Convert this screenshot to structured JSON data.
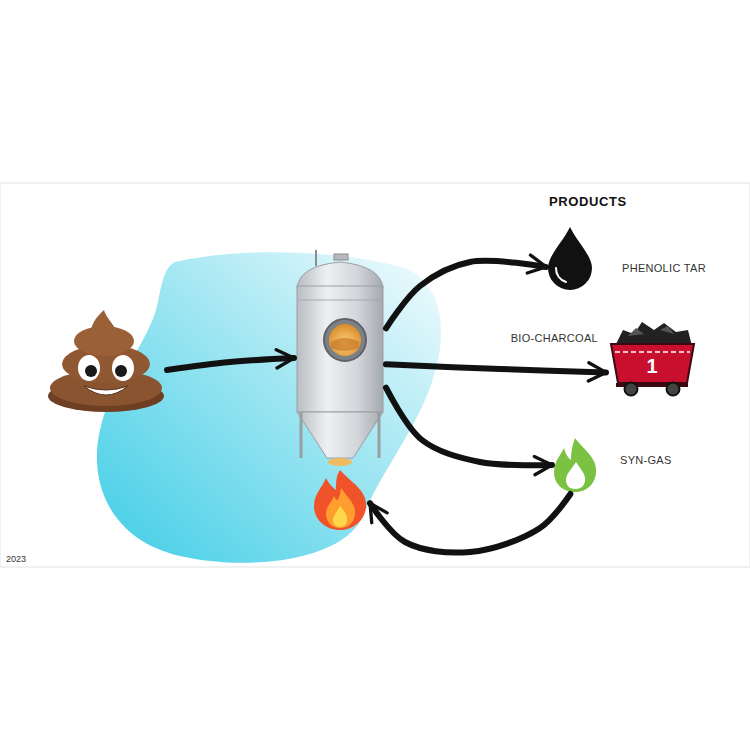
{
  "diagram": {
    "title": "PRODUCTS",
    "nodes": [
      {
        "text": []
      },
      {
        "text": []
      },
      {
        "text": [
          "PHENOLIC TAR"
        ]
      },
      {
        "text": [
          "BIO-CHARCOAL"
        ]
      },
      {
        "text": [
          "SYN-GAS"
        ]
      },
      {
        "text": []
      }
    ],
    "edges": [
      {
        "from": 0,
        "to": 1,
        "arrow": "to"
      },
      {
        "from": 1,
        "to": 2,
        "arrow": "to"
      },
      {
        "from": 1,
        "to": 3,
        "arrow": "to"
      },
      {
        "from": 1,
        "to": 4,
        "arrow": "to"
      },
      {
        "from": 4,
        "to": 5,
        "arrow": "to"
      }
    ],
    "labels": [
      "1",
      "2023"
    ]
  }
}
